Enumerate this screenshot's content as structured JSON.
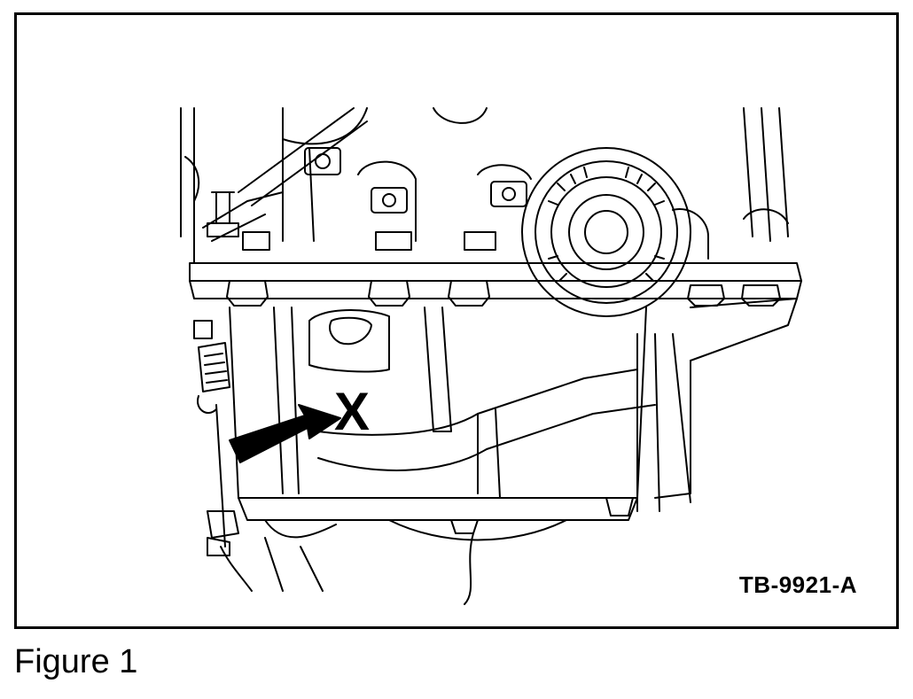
{
  "figure": {
    "callout_label": "X",
    "reference_code": "TB-9921-A",
    "caption": "Figure 1"
  },
  "style": {
    "line_color": "#000000",
    "background": "#ffffff"
  }
}
